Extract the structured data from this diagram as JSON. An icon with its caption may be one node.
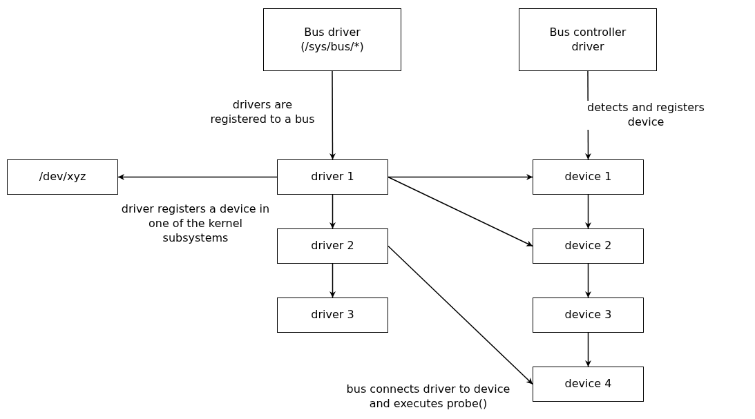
{
  "diagram": {
    "nodes": [
      {
        "text": [
          "Bus driver (/sys/bus/*)"
        ]
      },
      {
        "text": [
          "Bus controller driver"
        ]
      },
      {
        "text": [
          "/dev/xyz"
        ]
      },
      {
        "text": [
          "driver 1"
        ]
      },
      {
        "text": [
          "device 1"
        ]
      },
      {
        "text": [
          "driver 2"
        ]
      },
      {
        "text": [
          "device 2"
        ]
      },
      {
        "text": [
          "driver 3"
        ]
      },
      {
        "text": [
          "device 3"
        ]
      },
      {
        "text": [
          "device 4"
        ]
      }
    ],
    "edges": [
      {
        "from": 0,
        "to": 3,
        "arrow": "to",
        "label": "drivers are registered to a bus"
      },
      {
        "from": 1,
        "to": 4,
        "arrow": "to",
        "label": "detects and registers device"
      },
      {
        "from": 3,
        "to": 2,
        "arrow": "to",
        "label": "driver registers a device in one of the kernel subsystems"
      },
      {
        "from": 3,
        "to": 4,
        "arrow": "to"
      },
      {
        "from": 3,
        "to": 6,
        "arrow": "to"
      },
      {
        "from": 3,
        "to": 5,
        "arrow": "to"
      },
      {
        "from": 4,
        "to": 6,
        "arrow": "to"
      },
      {
        "from": 5,
        "to": 7,
        "arrow": "to"
      },
      {
        "from": 6,
        "to": 8,
        "arrow": "to"
      },
      {
        "from": 5,
        "to": 9,
        "arrow": "to",
        "label": "bus connects driver to device and executes probe()"
      },
      {
        "from": 8,
        "to": 9,
        "arrow": "to"
      }
    ]
  }
}
